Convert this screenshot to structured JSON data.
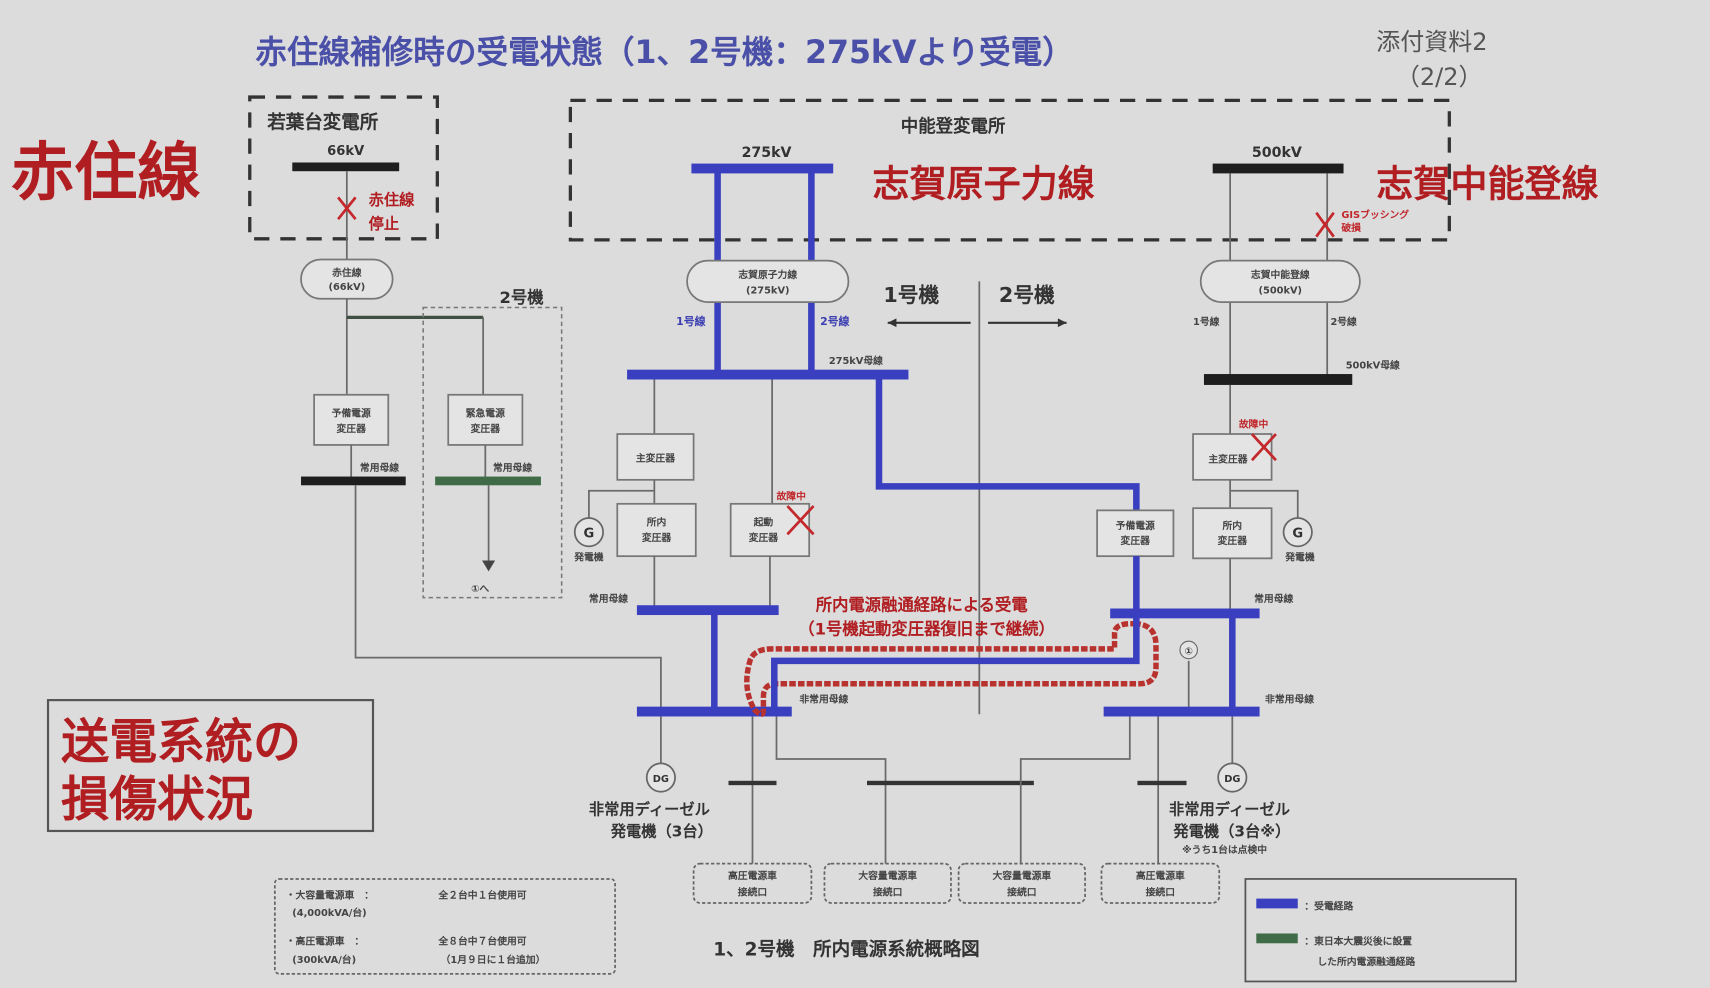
{
  "title": "赤住線補修時の受電状態（1、2号機：275kVより受電）",
  "attachment": {
    "label": "添付資料2",
    "page": "（2/2）"
  },
  "side_labels": {
    "akazumi": "赤住線",
    "shika_genshiryoku": "志賀原子力線",
    "shika_nakanoto": "志賀中能登線",
    "damage_line1": "送電系統の",
    "damage_line2": "損傷状況"
  },
  "wakabadai": {
    "name": "若葉台変電所",
    "voltage": "66kV",
    "stop_line1": "赤住線",
    "stop_line2": "停止"
  },
  "nakanoto": {
    "name": "中能登変電所",
    "v275": "275kV",
    "v500": "500kV",
    "gis_note1": "GISブッシング",
    "gis_note2": "破損"
  },
  "lines": {
    "akazumi_oval": [
      "赤住線",
      "(66kV)"
    ],
    "genshiryoku_oval": [
      "志賀原子力線",
      "(275kV)"
    ],
    "nakanoto_oval": [
      "志賀中能登線",
      "(500kV)"
    ],
    "no1": "1号線",
    "no2": "2号線"
  },
  "units": {
    "unit1": "1号機",
    "unit2": "2号機"
  },
  "buses": {
    "bus275": "275kV母線",
    "bus500": "500kV母線",
    "normal": "常用母線",
    "emergency": "非常用母線"
  },
  "transformers": {
    "reserve": [
      "予備電源",
      "変圧器"
    ],
    "emergency_reserve": [
      "緊急電源",
      "変圧器"
    ],
    "main": "主変圧器",
    "house": [
      "所内",
      "変圧器"
    ],
    "startup": [
      "起動",
      "変圧器"
    ]
  },
  "status": {
    "failed": "故障中"
  },
  "generator": {
    "symbol": "G",
    "label": "発電機",
    "dg_symbol": "DG"
  },
  "to_unit1": "①へ",
  "ref_unit1": "①",
  "diesel": {
    "line1": "非常用ディーゼル",
    "left_line2": "発電機（3台）",
    "right_line2": "発電機（3台※）",
    "right_note": "※うち1台は点検中"
  },
  "interchange": {
    "line1": "所内電源融通経路による受電",
    "line2": "（1号機起動変圧器復旧まで継続）"
  },
  "connectors": [
    [
      "高圧電源車",
      "接続口"
    ],
    [
      "大容量電源車",
      "接続口"
    ],
    [
      "大容量電源車",
      "接続口"
    ],
    [
      "高圧電源車",
      "接続口"
    ]
  ],
  "caption": "1、2号機　所内電源系統概略図",
  "power_cars": {
    "large_name": "・大容量電源車　：",
    "large_spec": "(4,000kVA/台)",
    "large_status": "全２台中１台使用可",
    "hv_name": "・高圧電源車　：",
    "hv_spec": "(300kVA/台)",
    "hv_status": "全８台中７台使用可",
    "hv_note": "（1月９日に１台追加）"
  },
  "legend": {
    "blue": "：受電経路",
    "green_line1": "：東日本大震災後に設置",
    "green_line2": "した所内電源融通経路"
  },
  "colors": {
    "blue": "#3a3fc0",
    "green": "#3f6b46",
    "red": "#b01e22",
    "black": "#1e1e1e"
  }
}
